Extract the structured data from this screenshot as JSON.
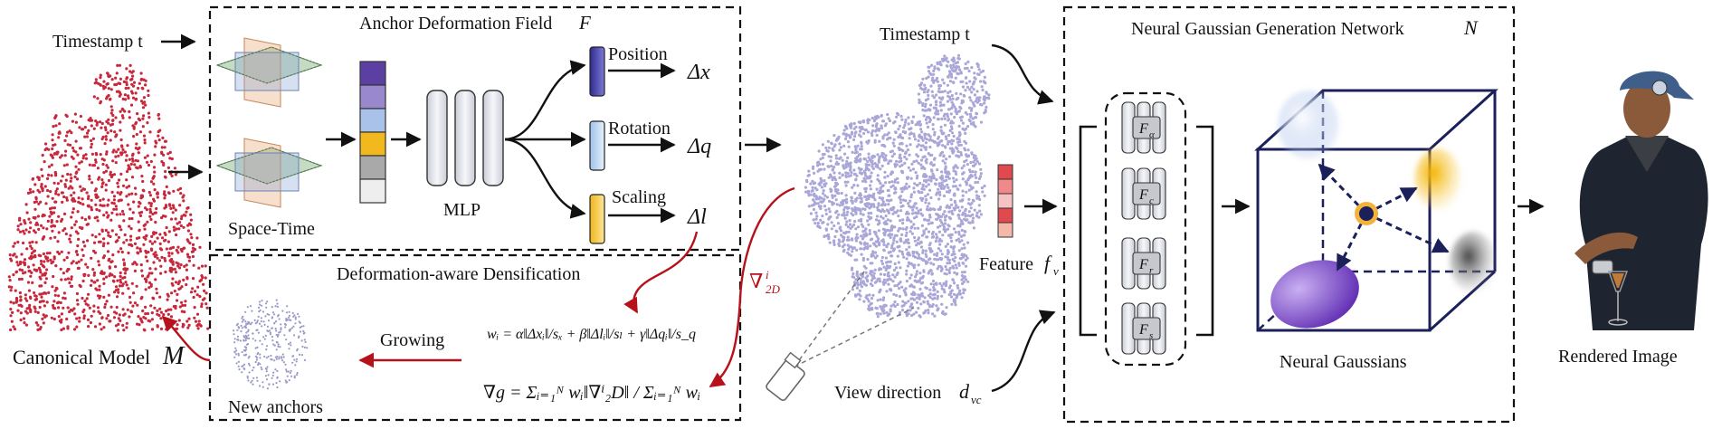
{
  "labels": {
    "timestamp_left": "Timestamp t",
    "canonical_model": "Canonical Model",
    "canonical_symbol": "M",
    "anchor_title": "Anchor Deformation Field",
    "anchor_symbol": "F",
    "space_time": "Space-Time",
    "mlp": "MLP",
    "position": "Position",
    "rotation": "Rotation",
    "scaling": "Scaling",
    "delta_x": "Δx",
    "delta_q": "Δq",
    "delta_l": "Δl",
    "densification_title": "Deformation-aware  Densification",
    "growing": "Growing",
    "new_anchors": "New anchors",
    "grad_symbol": "∇",
    "grad_sub": "2D",
    "grad_sup": "i",
    "timestamp_mid": "Timestamp t",
    "feature": "Feature",
    "feature_symbol": "f",
    "feature_sub": "v",
    "view_direction": "View direction",
    "view_symbol": "d",
    "view_sub": "vc",
    "network_title": "Neural Gaussian Generation Network",
    "network_symbol": "N",
    "f_alpha": "α",
    "f_c": "c",
    "f_r": "r",
    "f_s": "s",
    "neural_gaussians": "Neural Gaussians",
    "rendered_image": "Rendered Image"
  },
  "formulas": {
    "weight": "wᵢ = α‖Δxᵢ‖/sₓ + β‖Δlᵢ‖/sₗ + γ‖Δqᵢ‖/s_q",
    "gradient": "∇g = Σᵢ₌₁ᴺ wᵢ‖∇ⁱ₂D‖ / Σᵢ₌₁ᴺ wᵢ"
  },
  "colors": {
    "point_red": "#c8283c",
    "point_lavender": "#a9a6d8",
    "accent_red": "#b5121b",
    "navy": "#1b1f5a",
    "feature_stack": [
      "#5b3fa3",
      "#9a88cf",
      "#a9c2ea",
      "#f2b91e",
      "#a9a9a9",
      "#eeeeee"
    ]
  }
}
